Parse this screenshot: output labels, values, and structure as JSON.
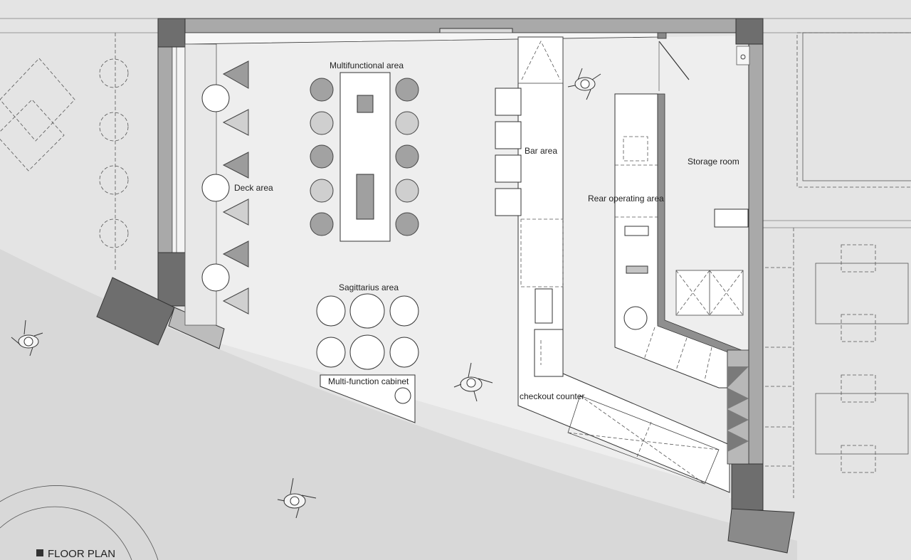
{
  "plan": {
    "title": "FLOOR PLAN",
    "areas": {
      "multifunctional": "Multifunctional area",
      "deck": "Deck area",
      "sagittarius": "Sagittarius area",
      "cabinet": "Multi-function cabinet",
      "bar": "Bar area",
      "rear": "Rear operating area",
      "storage": "Storage room",
      "checkout": "checkout counter"
    }
  }
}
